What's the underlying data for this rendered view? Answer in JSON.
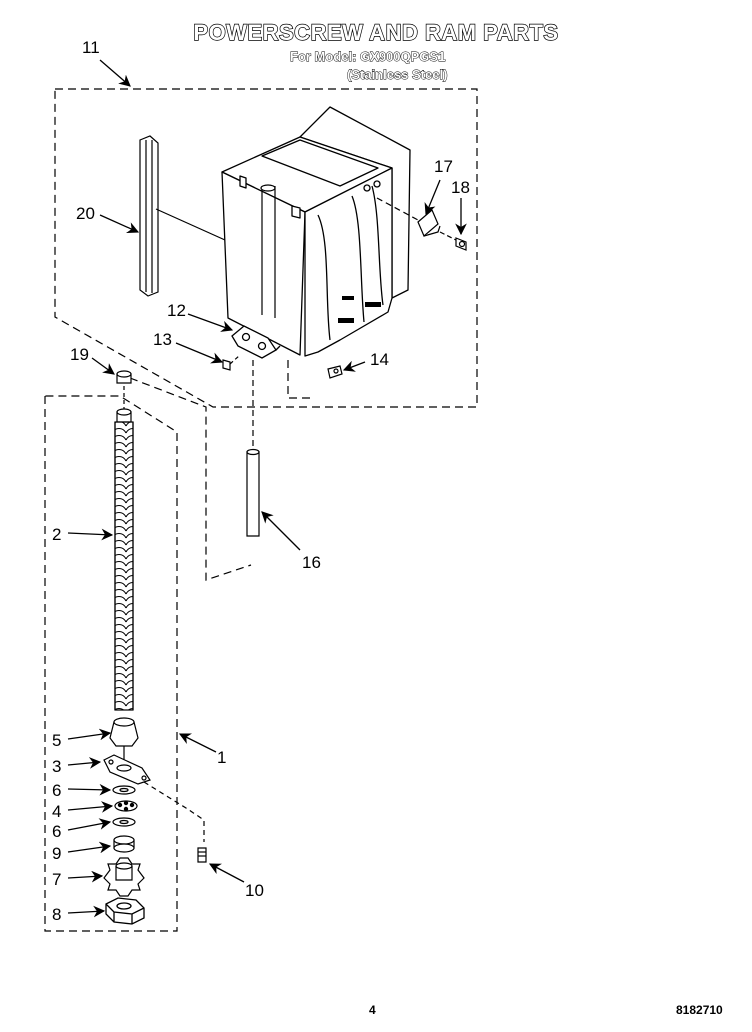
{
  "title": "POWERSCREW AND RAM PARTS",
  "model_line": "For Model: GX900QPGS1",
  "variant_line": "(Stainless Steel)",
  "callouts": [
    {
      "id": "c11",
      "text": "11"
    },
    {
      "id": "c17",
      "text": "17"
    },
    {
      "id": "c18",
      "text": "18"
    },
    {
      "id": "c20",
      "text": "20"
    },
    {
      "id": "c12",
      "text": "12"
    },
    {
      "id": "c13",
      "text": "13"
    },
    {
      "id": "c14",
      "text": "14"
    },
    {
      "id": "c19",
      "text": "19"
    },
    {
      "id": "c2",
      "text": "2"
    },
    {
      "id": "c16",
      "text": "16"
    },
    {
      "id": "c1",
      "text": "1"
    },
    {
      "id": "c5",
      "text": "5"
    },
    {
      "id": "c3",
      "text": "3"
    },
    {
      "id": "c6a",
      "text": "6"
    },
    {
      "id": "c4",
      "text": "4"
    },
    {
      "id": "c6b",
      "text": "6"
    },
    {
      "id": "c9",
      "text": "9"
    },
    {
      "id": "c7",
      "text": "7"
    },
    {
      "id": "c10",
      "text": "10"
    },
    {
      "id": "c8",
      "text": "8"
    }
  ],
  "page_number": "4",
  "document_number": "8182710"
}
